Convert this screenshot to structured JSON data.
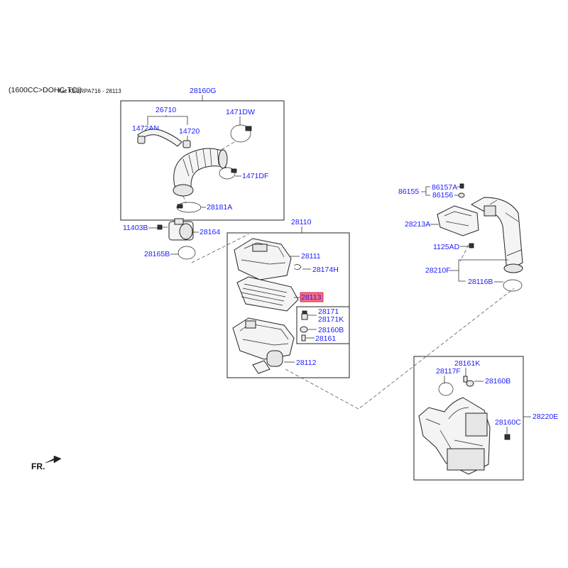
{
  "header": {
    "engine": "(1600CC>DOHC-TCI)",
    "ref": "Kat KEURPA716 - 28113"
  },
  "direction_label": "FR.",
  "highlight_color": "#ff6b7e",
  "label_color": "#1a1aff",
  "parts": {
    "p28160G": "28160G",
    "p26710": "26710",
    "p1471DW": "1471DW",
    "p1472AN": "1472AN",
    "p14720": "14720",
    "p1471DF": "1471DF",
    "p28181A": "28181A",
    "p11403B": "11403B",
    "p28164": "28164",
    "p28165B": "28165B",
    "p28110": "28110",
    "p28111": "28111",
    "p28174H": "28174H",
    "p28113": "28113",
    "p28171": "28171",
    "p28171K": "28171K",
    "p28160B_a": "28160B",
    "p28161": "28161",
    "p28112": "28112",
    "p86155": "86155",
    "p86157A": "86157A",
    "p86156": "86156",
    "p28213A": "28213A",
    "p1125AD": "1125AD",
    "p28210F": "28210F",
    "p28116B": "28116B",
    "p28161K": "28161K",
    "p28117F": "28117F",
    "p28160B_b": "28160B",
    "p28160C": "28160C",
    "p28220E": "28220E"
  }
}
